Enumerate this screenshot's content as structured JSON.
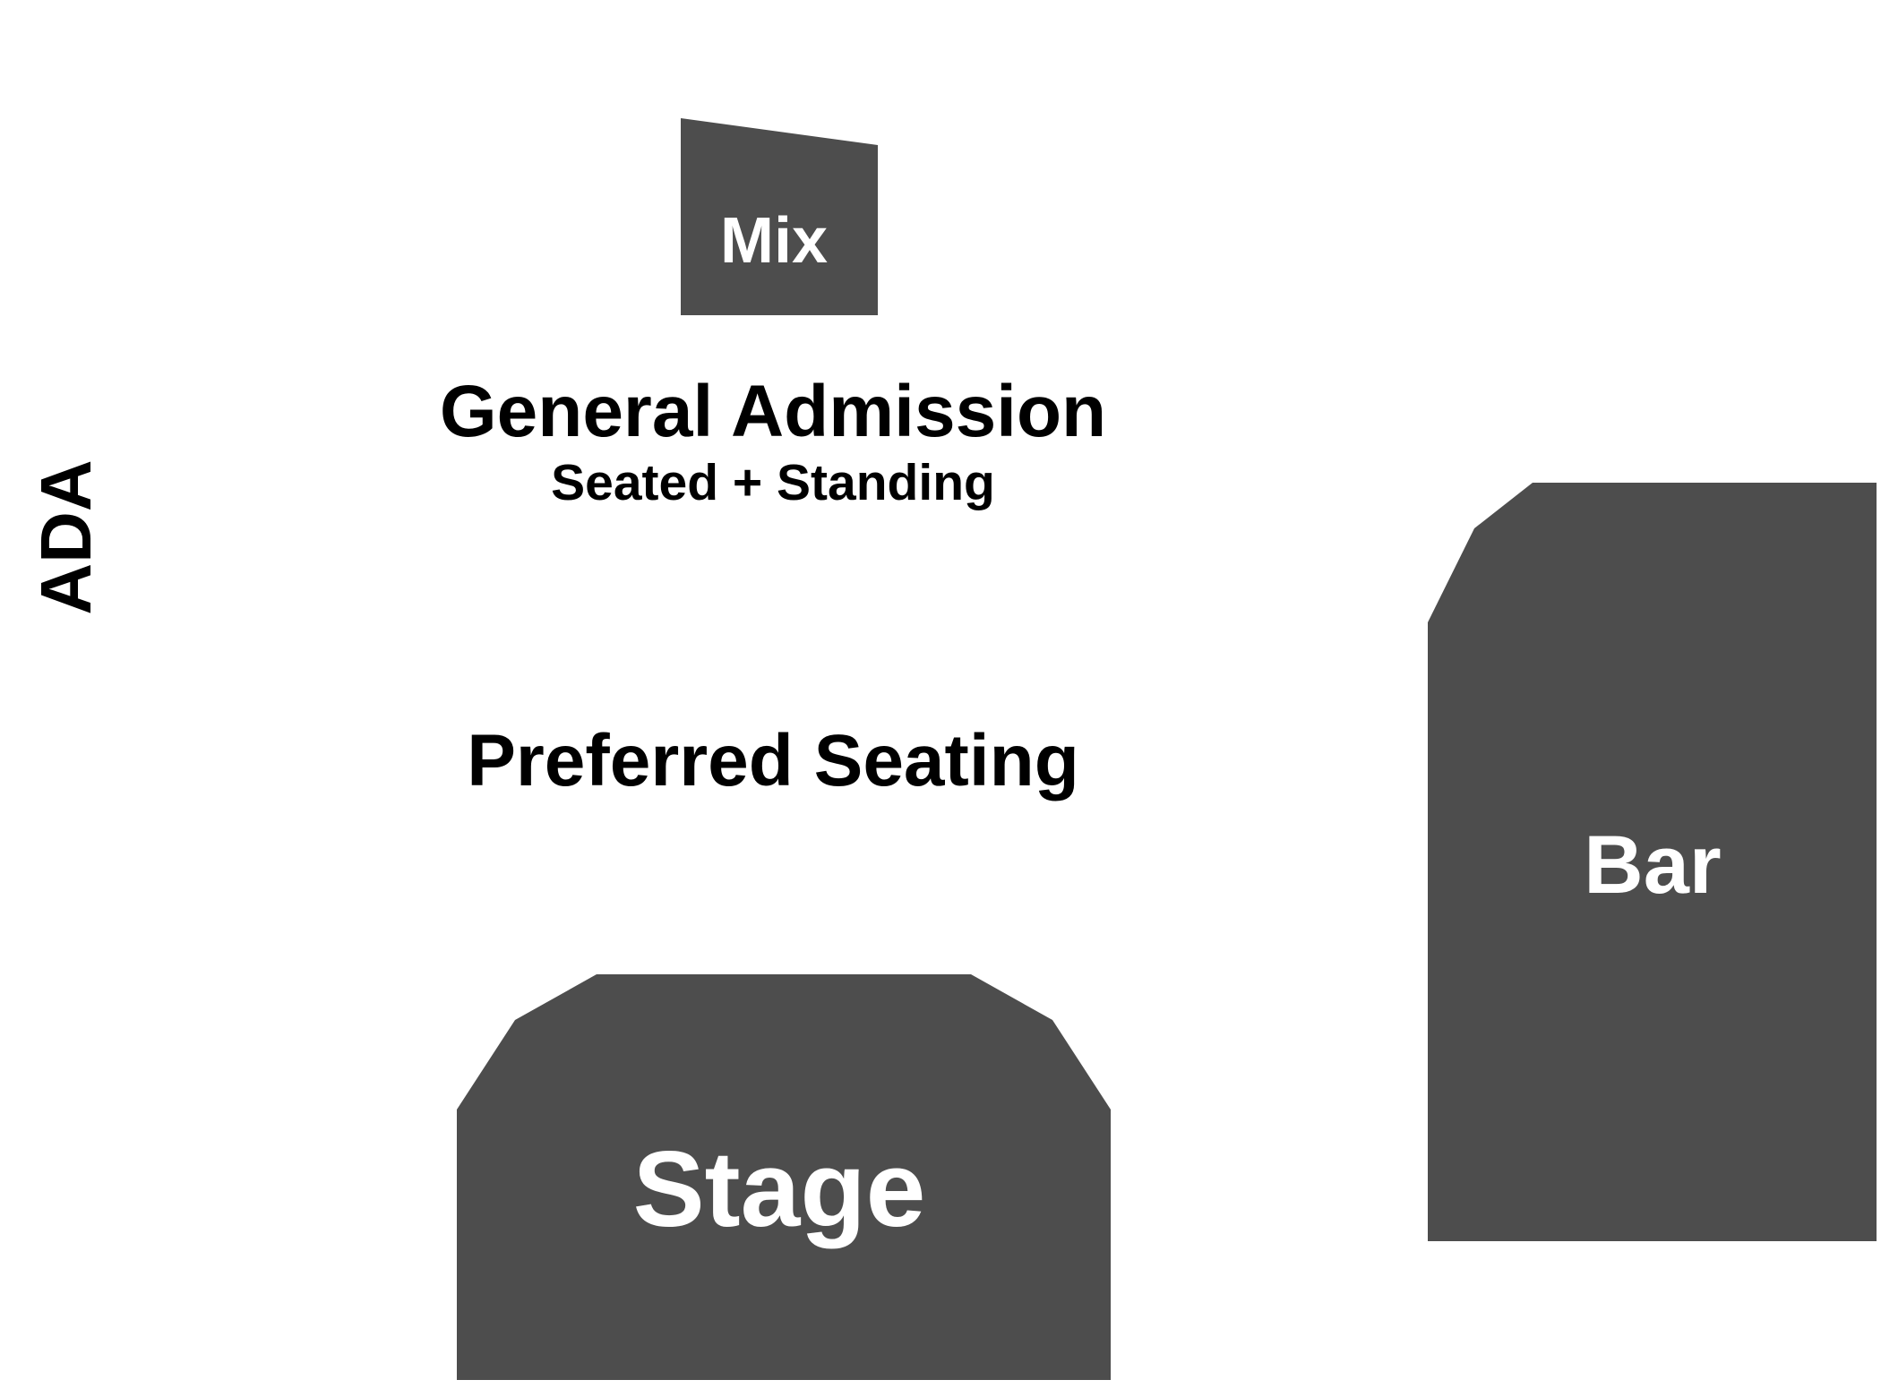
{
  "map": {
    "sections": {
      "mix": {
        "label": "Mix"
      },
      "stage": {
        "label": "Stage"
      },
      "bar": {
        "label": "Bar"
      }
    },
    "zones": {
      "general_admission": {
        "label": "General Admission",
        "sublabel": "Seated + Standing"
      },
      "preferred_seating": {
        "label": "Preferred Seating"
      },
      "ada": {
        "label": "ADA"
      }
    },
    "colors": {
      "section_fill": "#4d4d4d",
      "section_text": "#ffffff",
      "zone_text": "#000000",
      "background": "#ffffff"
    }
  }
}
